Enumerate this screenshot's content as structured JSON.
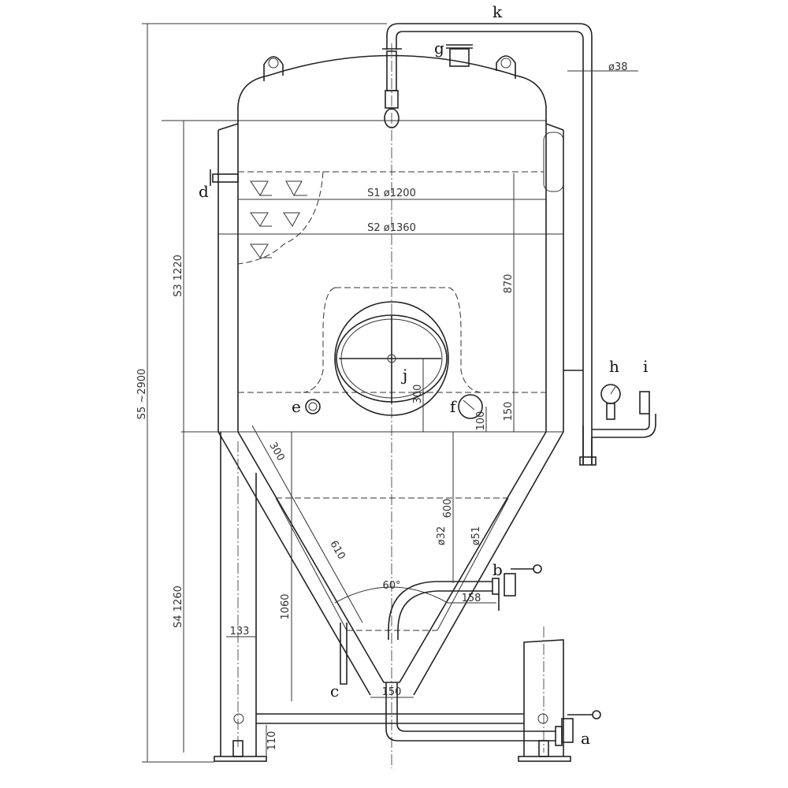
{
  "labels": {
    "a": "a",
    "b": "b",
    "c": "c",
    "d": "d",
    "e": "e",
    "f": "f",
    "g": "g",
    "h": "h",
    "i": "i",
    "j": "j",
    "k": "k"
  },
  "dimensions": {
    "s1": "S1  ø1200",
    "s2": "S2  ø1360",
    "s3": "S3  1220",
    "s4": "S4  1260",
    "s5": "S5  ~2900",
    "d870": "870",
    "d300a": "300",
    "d150a": "150",
    "d100": "100",
    "d300b": "300",
    "d600": "600",
    "d32": "ø32",
    "d51": "ø51",
    "d610": "610",
    "angle": "60°",
    "d158": "158",
    "d1060": "1060",
    "d133": "133",
    "d150b": "150",
    "d110": "110",
    "d38": "ø38"
  }
}
